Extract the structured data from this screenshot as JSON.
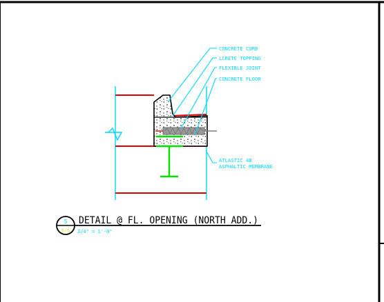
{
  "colors": {
    "background": "#ffffff",
    "frame": "#000000",
    "cyan": "#00d8ff",
    "red": "#e00000",
    "green": "#00e000",
    "yellow": "#e0e000",
    "gray": "#7a7a7a"
  },
  "callouts": {
    "concrete_curb": "CONCRETE CURB",
    "lcrete_topping": "LCRETE TOPPING",
    "flexible_joint": "FLEXIBLE JOINT",
    "concrete_floor": "CONCRETE FLOOR",
    "atlastic_line1": "ATLASTIC 4B",
    "atlastic_line2": "ASPHALTIC MEMBRANE"
  },
  "detail_marker": {
    "number": "5",
    "sheet": "S-5"
  },
  "detail_title": "DETAIL @ FL. OPENING (NORTH ADD.)",
  "detail_scale": "3/4\" = 1'-0\""
}
